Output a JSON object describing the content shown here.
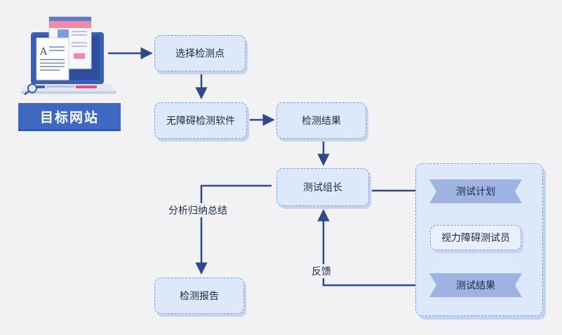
{
  "site": {
    "label": "目标网站",
    "illustration": "laptop-with-webpage-icon",
    "colors": {
      "label_bg": "#3e68c2",
      "screen": "#3a5fb8"
    }
  },
  "nodes": {
    "select_points": "选择检测点",
    "auto_tool": "无障碍检测软件",
    "auto_results": "检测结果",
    "team_lead": "测试组长",
    "report": "检测报告"
  },
  "manual_group": {
    "plan": "测试计划",
    "testers": "视力障碍测试员",
    "results": "测试结果"
  },
  "edge_labels": {
    "summarize": "分析归纳总结",
    "feedback": "反馈"
  },
  "colors": {
    "node_fill": "#dde8fb",
    "node_border": "#7b9ad6",
    "arrow": "#2f4a8a",
    "ribbon_fill": "#9fb3e2",
    "background": "#f2f2f4"
  }
}
